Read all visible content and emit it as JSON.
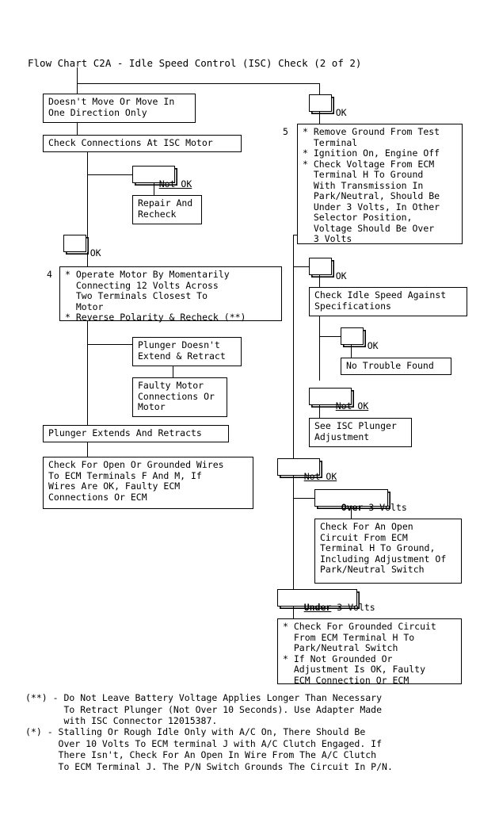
{
  "title": "Flow Chart C2A - Idle Speed Control (ISC) Check (2 of 2)",
  "chart_data": {
    "type": "diagram",
    "title": "Flow Chart C2A - Idle Speed Control (ISC) Check (2 of 2)",
    "diagram_kind": "troubleshooting-flowchart",
    "nodes": [
      {
        "id": "n1",
        "label": "Doesn't Move Or Move In\nOne Direction Only",
        "kind": "box"
      },
      {
        "id": "t1",
        "label": "OK",
        "kind": "tag"
      },
      {
        "id": "n2",
        "label": "Check Connections At ISC Motor",
        "kind": "box"
      },
      {
        "id": "t2",
        "label": "Not OK",
        "kind": "tag"
      },
      {
        "id": "n3",
        "label": "Repair And\nRecheck",
        "kind": "box"
      },
      {
        "id": "t3",
        "label": "OK",
        "kind": "tag"
      },
      {
        "id": "n4",
        "label": "* Operate Motor By Momentarily\n  Connecting 12 Volts Across\n  Two Terminals Closest To\n  Motor\n* Reverse Polarity & Recheck (**)",
        "kind": "box",
        "step": "4"
      },
      {
        "id": "n5",
        "label": "Plunger Doesn't\nExtend & Retract",
        "kind": "box"
      },
      {
        "id": "n6",
        "label": "Faulty Motor\nConnections Or\nMotor",
        "kind": "box"
      },
      {
        "id": "n7",
        "label": "Plunger Extends And Retracts",
        "kind": "box"
      },
      {
        "id": "n8",
        "label": "Check For Open Or Grounded Wires\nTo ECM Terminals F And M, If\nWires Are OK, Faulty ECM\nConnections Or ECM",
        "kind": "box"
      },
      {
        "id": "n9",
        "label": "* Remove Ground From Test\n  Terminal\n* Ignition On, Engine Off\n* Check Voltage From ECM\n  Terminal H To Ground\n  With Transmission In\n  Park/Neutral, Should Be\n  Under 3 Volts, In Other\n  Selector Position,\n  Voltage Should Be Over\n  3 Volts",
        "kind": "box",
        "step": "5"
      },
      {
        "id": "t4",
        "label": "OK",
        "kind": "tag"
      },
      {
        "id": "n10",
        "label": "Check Idle Speed Against\nSpecifications",
        "kind": "box"
      },
      {
        "id": "t5",
        "label": "OK",
        "kind": "tag"
      },
      {
        "id": "n11",
        "label": "No Trouble Found",
        "kind": "box"
      },
      {
        "id": "t6",
        "label": "Not OK",
        "kind": "tag"
      },
      {
        "id": "n12",
        "label": "See ISC Plunger\nAdjustment",
        "kind": "box"
      },
      {
        "id": "t7",
        "label": "Not OK",
        "kind": "tag"
      },
      {
        "id": "t8",
        "label": "Over 3 Volts",
        "kind": "tag"
      },
      {
        "id": "n13",
        "label": "Check For An Open\nCircuit From ECM\nTerminal H To Ground,\nIncluding Adjustment Of\nPark/Neutral Switch",
        "kind": "box"
      },
      {
        "id": "t9",
        "label": "Under 3 Volts",
        "kind": "tag"
      },
      {
        "id": "n14",
        "label": "* Check For Grounded Circuit\n  From ECM Terminal H To\n  Park/Neutral Switch\n* If Not Grounded Or\n  Adjustment Is OK, Faulty\n  ECM Connection Or ECM",
        "kind": "box"
      }
    ]
  },
  "boxes": {
    "doesnt_move": "Doesn't Move Or Move In\nOne Direction Only",
    "check_connections": "Check Connections At ISC Motor",
    "repair_recheck": "Repair And\nRecheck",
    "step4": "* Operate Motor By Momentarily\n  Connecting 12 Volts Across\n  Two Terminals Closest To\n  Motor\n* Reverse Polarity & Recheck (**)",
    "plunger_doesnt": "Plunger Doesn't\nExtend & Retract",
    "faulty_motor": "Faulty Motor\nConnections Or\nMotor",
    "plunger_extends": "Plunger Extends And Retracts",
    "check_open_grounded": "Check For Open Or Grounded Wires\nTo ECM Terminals F And M, If\nWires Are OK, Faulty ECM\nConnections Or ECM",
    "step5": "* Remove Ground From Test\n  Terminal\n* Ignition On, Engine Off\n* Check Voltage From ECM\n  Terminal H To Ground\n  With Transmission In\n  Park/Neutral, Should Be\n  Under 3 Volts, In Other\n  Selector Position,\n  Voltage Should Be Over\n  3 Volts",
    "check_idle_speed": "Check Idle Speed Against\nSpecifications",
    "no_trouble": "No Trouble Found",
    "see_isc": "See ISC Plunger\nAdjustment",
    "check_open_circuit": "Check For An Open\nCircuit From ECM\nTerminal H To Ground,\nIncluding Adjustment Of\nPark/Neutral Switch",
    "check_grounded": "* Check For Grounded Circuit\n  From ECM Terminal H To\n  Park/Neutral Switch\n* If Not Grounded Or\n  Adjustment Is OK, Faulty\n  ECM Connection Or ECM"
  },
  "tags": {
    "ok": "OK",
    "not_ok": "Not OK",
    "over": "Over",
    "under": "Under",
    "three_volts": " 3 Volts"
  },
  "steps": {
    "four": "4",
    "five": "5"
  },
  "notes": {
    "double_star": "(**) - Do Not Leave Battery Voltage Applies Longer Than Necessary\n       To Retract Plunger (Not Over 10 Seconds). Use Adapter Made\n       with ISC Connector 12015387.",
    "single_star": "(*) - Stalling Or Rough Idle Only with A/C On, There Should Be\n      Over 10 Volts To ECM terminal J with A/C Clutch Engaged. If\n      There Isn't, Check For An Open In Wire From The A/C Clutch\n      To ECM Terminal J. The P/N Switch Grounds The Circuit In P/N."
  },
  "colors": {
    "ink": "#000000",
    "paper": "#ffffff"
  }
}
